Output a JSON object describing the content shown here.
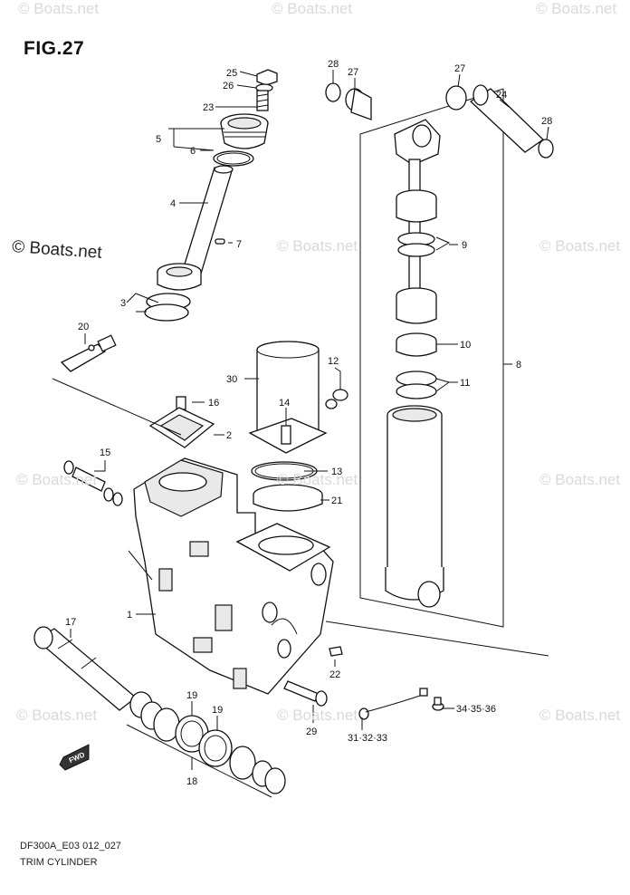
{
  "figure": {
    "title": "FIG.27",
    "model_code": "DF300A_E03 012_027",
    "name": "TRIM CYLINDER"
  },
  "watermarks": {
    "faint": "© Boats.net",
    "strong": "© Boats.net"
  },
  "callouts": [
    "25",
    "26",
    "23",
    "5",
    "6",
    "4",
    "7",
    "3",
    "20",
    "16",
    "2",
    "30",
    "12",
    "14",
    "15",
    "13",
    "21",
    "1",
    "17",
    "19",
    "19",
    "18",
    "22",
    "29",
    "28",
    "27",
    "27",
    "24",
    "28",
    "9",
    "10",
    "11",
    "8",
    "31·32·33",
    "34·35·36"
  ],
  "fwd_label": "FWD"
}
